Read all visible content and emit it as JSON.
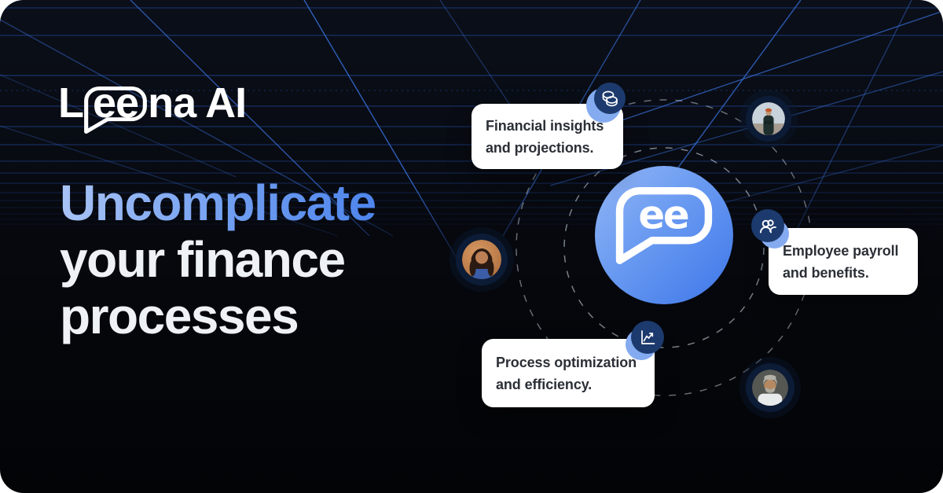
{
  "brand": {
    "name": "Leena AI",
    "wordmark_prefix": "L",
    "wordmark_bubble": "ee",
    "wordmark_suffix": "na AI"
  },
  "headline": {
    "line1": "Uncomplicate",
    "line2": "your finance",
    "line3": "processes"
  },
  "center": {
    "logo_text": "ee",
    "description": "leena-ai-speech-bubble-logo"
  },
  "cards": [
    {
      "id": "financial",
      "line1": "Financial insights",
      "line2": "and projections.",
      "icon": "coins-icon"
    },
    {
      "id": "employee",
      "line1": "Employee payroll",
      "line2": "and benefits.",
      "icon": "people-icon"
    },
    {
      "id": "process",
      "line1": "Process optimization",
      "line2": "and efficiency.",
      "icon": "chart-line-icon"
    }
  ],
  "avatars": [
    {
      "name": "employee-avatar-man-beanie"
    },
    {
      "name": "employee-avatar-woman"
    },
    {
      "name": "employee-avatar-man-gray-hair"
    }
  ],
  "colors": {
    "background": "#07090f",
    "grid_line": "#2b63d8",
    "grid_diagonal": "#3a74e4",
    "headline_accent_start": "#a9c4f5",
    "headline_accent_end": "#4e85ec",
    "headline_text": "#eef1f6",
    "card_bg": "#ffffff",
    "card_text": "#2b2f36",
    "badge_dark": "#1c3a6d",
    "badge_light": "#84abf0",
    "bot_circle_start": "#93b6f5",
    "bot_circle_end": "#3e76e8",
    "orbit_dash": "#c7cfda"
  }
}
